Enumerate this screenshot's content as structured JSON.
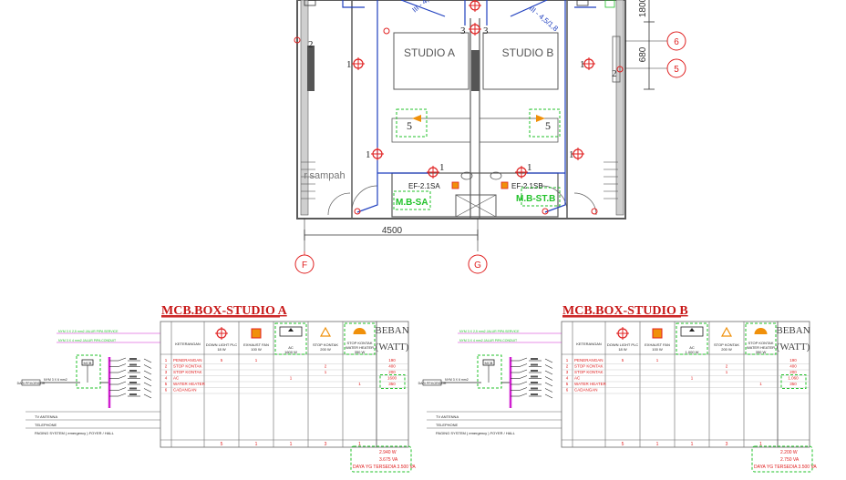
{
  "plan": {
    "studio_a": "STUDIO A",
    "studio_b": "STUDIO B",
    "r_sampah": "r.sampah",
    "dim_4500": "4500",
    "dim_680": "680",
    "dim_1800": "1800",
    "grid_f": "F",
    "grid_g": "G",
    "grid_6": "6",
    "grid_5": "5",
    "ef_a": "EF-2.1SA",
    "ef_b": "EF-2.1SB",
    "mcb_a_tag": "M.B-SA",
    "mcb_b_tag": "M.B-ST.B",
    "c1": "1",
    "c2": "2",
    "c3": "3",
    "c5": "5"
  },
  "mcb_a": {
    "title": "MCB.BOX-STUDIO  A",
    "beban_1": "BEBAN",
    "beban_2": "(WATT)",
    "keterangan": "KETERANGAN",
    "col1": "DOWN LIGHT PLC\n18 W",
    "col2": "EXHAUST FAN\n100 W",
    "col3": "AC\n1600 W",
    "col4": "STOP KONTAK\n200 W",
    "col5": "STOP KONTAK\nWATER HEATER\n350 W",
    "rows": [
      {
        "no": "1",
        "name": "PENERANGAN",
        "c1": "5",
        "c2": "1",
        "c3": "",
        "c4": "",
        "c5": "",
        "watt": "190"
      },
      {
        "no": "2",
        "name": "STOP KONTAK",
        "c1": "",
        "c2": "",
        "c3": "",
        "c4": "2",
        "c5": "",
        "watt": "400"
      },
      {
        "no": "3",
        "name": "STOP KONTAK",
        "c1": "",
        "c2": "",
        "c3": "",
        "c4": "1",
        "c5": "",
        "watt": "200"
      },
      {
        "no": "4",
        "name": "AC",
        "c1": "",
        "c2": "",
        "c3": "1",
        "c4": "",
        "c5": "",
        "watt": "1600"
      },
      {
        "no": "5",
        "name": "WATER HEATER",
        "c1": "",
        "c2": "",
        "c3": "",
        "c4": "",
        "c5": "1",
        "watt": "350"
      },
      {
        "no": "6",
        "name": "CADANGAN",
        "c1": "",
        "c2": "",
        "c3": "",
        "c4": "",
        "c5": "",
        "watt": ""
      }
    ],
    "tv": "TV ANTENNA",
    "tel": "TELEPHONE",
    "paging": "PAGING SYSTEM ( emergency )  FOYER / HALL",
    "totals": {
      "c1": "5",
      "c2": "1",
      "c3": "1",
      "c4": "3",
      "c5": "1"
    },
    "sum_w": "2.940  W",
    "sum_va": "3.675  VA",
    "daya": "DAYA YG  TERSEDIA  3.500  VA",
    "line1": "NYM 3 X 2,5 mm2 JALUR PIPA SERVICE",
    "line2": "NYM 3 X 4 mm2 JALUR PIPA CONDUIT",
    "feed": "DARI PP.KORIDOR",
    "cable": "NYM 3 X 6 mm2",
    "box": "MCB"
  },
  "mcb_b": {
    "title": "MCB.BOX-STUDIO  B",
    "beban_1": "BEBAN",
    "beban_2": "(WATT)",
    "keterangan": "KETERANGAN",
    "col1": "DOWN LIGHT PLC\n18 W",
    "col2": "EXHAUST FAN\n100 W",
    "col3": "AC\n1.000 W",
    "col4": "STOP KONTAK\n200 W",
    "col5": "STOP KONTAK\nWATER HEATER\n350 W",
    "rows": [
      {
        "no": "1",
        "name": "PENERANGAN",
        "c1": "5",
        "c2": "1",
        "c3": "",
        "c4": "",
        "c5": "",
        "watt": "190"
      },
      {
        "no": "2",
        "name": "STOP KONTAK",
        "c1": "",
        "c2": "",
        "c3": "",
        "c4": "2",
        "c5": "",
        "watt": "400"
      },
      {
        "no": "3",
        "name": "STOP KONTAK",
        "c1": "",
        "c2": "",
        "c3": "",
        "c4": "1",
        "c5": "",
        "watt": "200"
      },
      {
        "no": "4",
        "name": "AC",
        "c1": "",
        "c2": "",
        "c3": "1",
        "c4": "",
        "c5": "",
        "watt": "1.060"
      },
      {
        "no": "5",
        "name": "WATER HEATER",
        "c1": "",
        "c2": "",
        "c3": "",
        "c4": "",
        "c5": "1",
        "watt": "350"
      },
      {
        "no": "6",
        "name": "CADANGAN",
        "c1": "",
        "c2": "",
        "c3": "",
        "c4": "",
        "c5": "",
        "watt": ""
      }
    ],
    "tv": "TV ANTENNA",
    "tel": "TELEPHONE",
    "paging": "PAGING SYSTEM ( emergency )  FOYER / HALL",
    "totals": {
      "c1": "5",
      "c2": "1",
      "c3": "1",
      "c4": "3",
      "c5": "1"
    },
    "sum_w": "2.200  W",
    "sum_va": "2.750  VA",
    "daya": "DAYA YG  TERSEDIA  3.500  VA",
    "line1": "NYM 3 X 2,5 mm2 JALUR PIPA SERVICE",
    "line2": "NYM 3 X 4 mm2 JALUR PIPA CONDUIT",
    "feed": "DARI PP.KORIDOR",
    "cable": "NYM 3 X 6 mm2",
    "box": "MCB"
  },
  "colors": {
    "wall": "#5a5a5a",
    "wire": "#1f3fbf",
    "red": "#e02020",
    "green": "#22c22a",
    "magenta": "#d020d0",
    "orange": "#f0900a",
    "title": "#c81818"
  }
}
